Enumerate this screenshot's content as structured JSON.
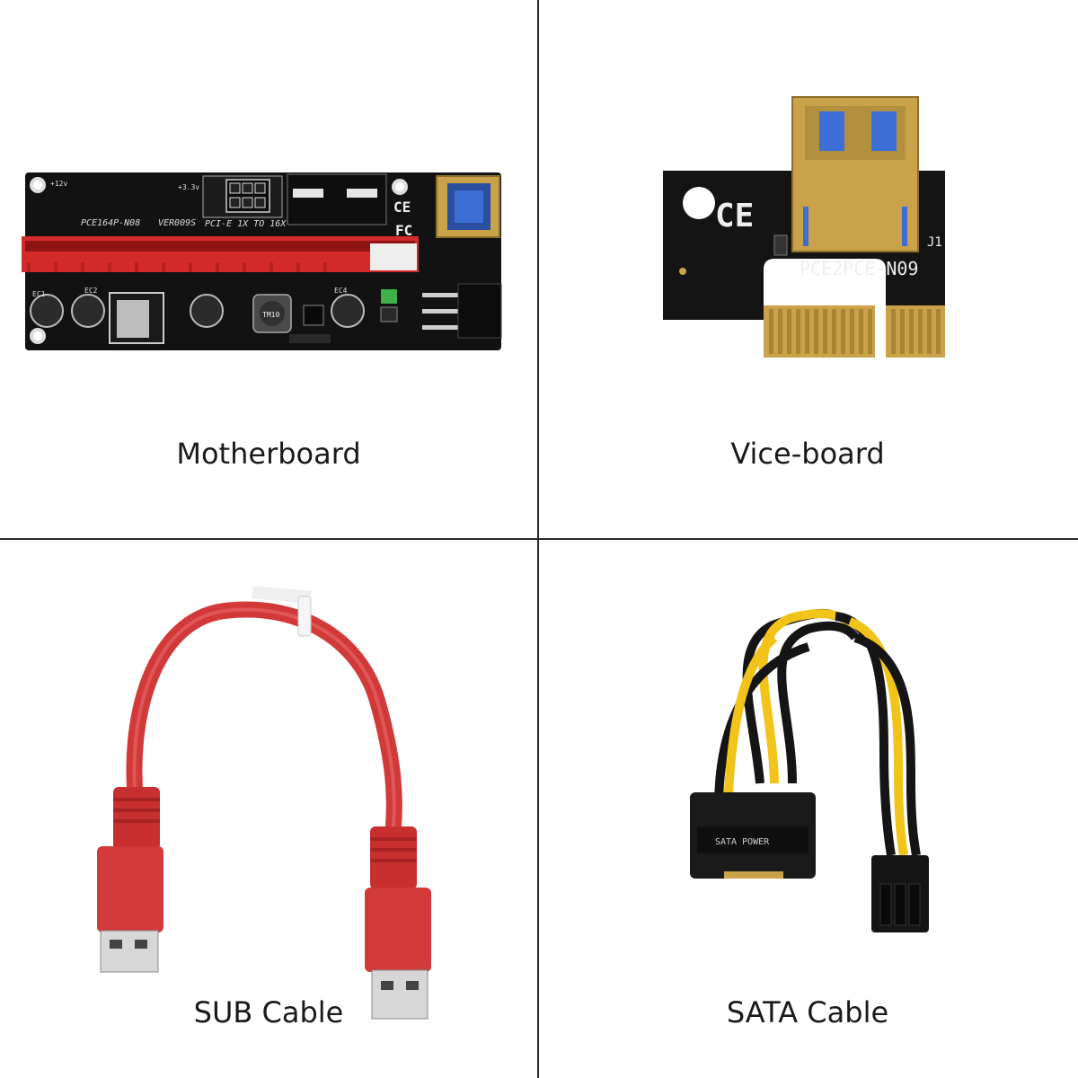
{
  "panels": [
    {
      "caption": "Motherboard",
      "board_text": {
        "model": "PCE164P-N08",
        "version": "VER009S",
        "slot": "PCI-E 1X TO 16X",
        "v12": "+12v",
        "v33": "+3.3v",
        "inductor": "TM10",
        "cap1": "EC1",
        "cap2": "EC2",
        "cap4": "EC4"
      }
    },
    {
      "caption": "Vice-board",
      "board_text": {
        "model": "PCE2PCE-N09",
        "j1": "J1",
        "ce": "CE"
      }
    },
    {
      "caption": "SUB Cable"
    },
    {
      "caption": "SATA Cable",
      "connector_text": "SATA POWER"
    }
  ],
  "colors": {
    "pcb": "#121212",
    "slot_red": "#d42a2a",
    "gold": "#c9a24a",
    "cable_red": "#d23a3a",
    "wire_yellow": "#f2c318",
    "wire_black": "#151515",
    "usb_blue": "#3b6fd6"
  }
}
